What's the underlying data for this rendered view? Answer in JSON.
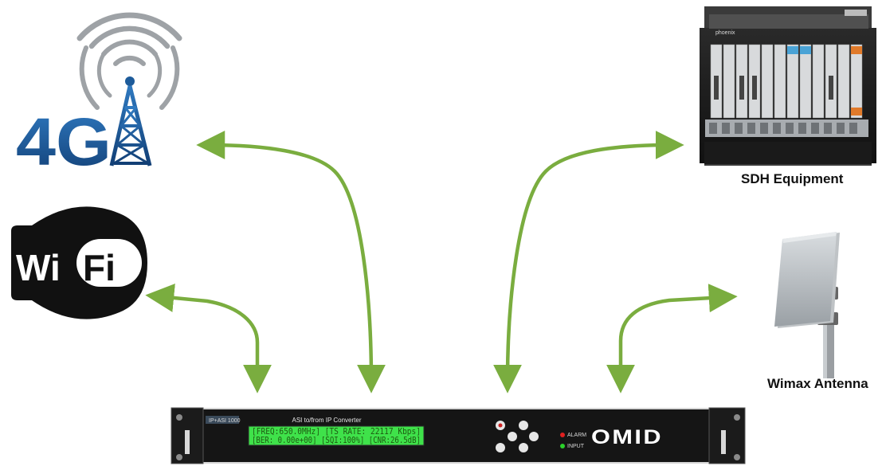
{
  "icons": {
    "fourg": {
      "text": "4G"
    },
    "wifi": {
      "text_wi": "Wi",
      "text_fi": "Fi"
    }
  },
  "labels": {
    "sdh": "SDH Equipment",
    "wimax": "Wimax Antenna"
  },
  "converter": {
    "model": "IP+ASI 1000",
    "title": "ASI to/from IP Converter",
    "lcd_line1": "[FREQ:650.0MHz] [TS RATE:   22117 Kbps]",
    "lcd_line2": "[BER: 0.00e+00] [SQI:100%] [CNR:26.5dB]",
    "alarm_label": "ALARM",
    "input_label": "INPUT",
    "brand": "OMID"
  },
  "sdh_rack": {
    "brand": "phoenix"
  },
  "colors": {
    "arrow": "#7aad3f",
    "blue_4g": "#1d5b9a",
    "lcd": "#3fe24a",
    "alarm": "#e02020",
    "input": "#2bd12b"
  }
}
